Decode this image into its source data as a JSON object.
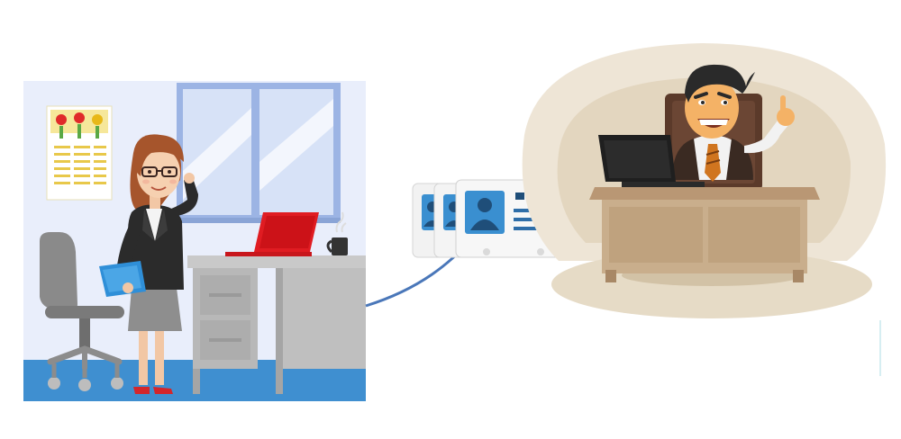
{
  "scene": {
    "left_panel": {
      "name": "office-room"
    },
    "right_panel": {
      "name": "manager-desk"
    },
    "transfer": {
      "name": "id-cards-flow"
    }
  },
  "colors": {
    "room_bg": "#E9EEFB",
    "floor": "#3F8FD0",
    "window_frame": "#9CB4E4",
    "desk_gray": "#B8B8B8",
    "laptop_red": "#E01C22",
    "suit_dark": "#2B2B2B",
    "hair_auburn": "#A6552C",
    "arrow_blue": "#4A77B9",
    "card_icon_blue": "#3A8FD0",
    "card_text_navy": "#1F4E79",
    "halo_beige": "#EEE5D6",
    "desk_tan": "#C9AE8C",
    "tie_orange": "#D0751F"
  }
}
